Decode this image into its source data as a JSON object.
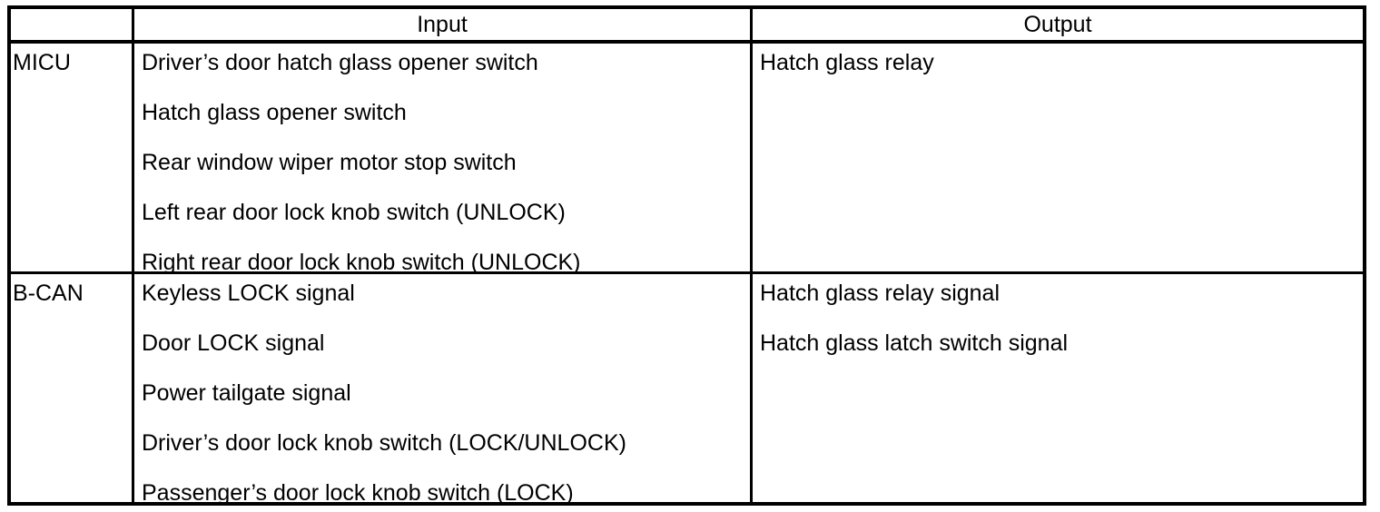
{
  "table": {
    "columns": {
      "label_header": "",
      "input_header": "Input",
      "output_header": "Output"
    },
    "rows": [
      {
        "label": "MICU",
        "input": [
          "Driver’s door hatch glass opener switch",
          "Hatch glass opener switch",
          "Rear window wiper motor stop switch",
          "Left rear door lock knob switch (UNLOCK)",
          "Right rear door lock knob switch (UNLOCK)"
        ],
        "output": [
          "Hatch glass relay"
        ]
      },
      {
        "label": "B-CAN",
        "input": [
          "Keyless LOCK signal",
          "Door LOCK signal",
          "Power tailgate signal",
          "Driver’s door lock knob switch (LOCK/UNLOCK)",
          "Passenger’s door lock knob switch (LOCK)"
        ],
        "output": [
          "Hatch glass relay signal",
          "Hatch glass latch switch signal"
        ]
      }
    ]
  },
  "colors": {
    "border": "#000000",
    "text": "#000000",
    "background": "#ffffff"
  }
}
